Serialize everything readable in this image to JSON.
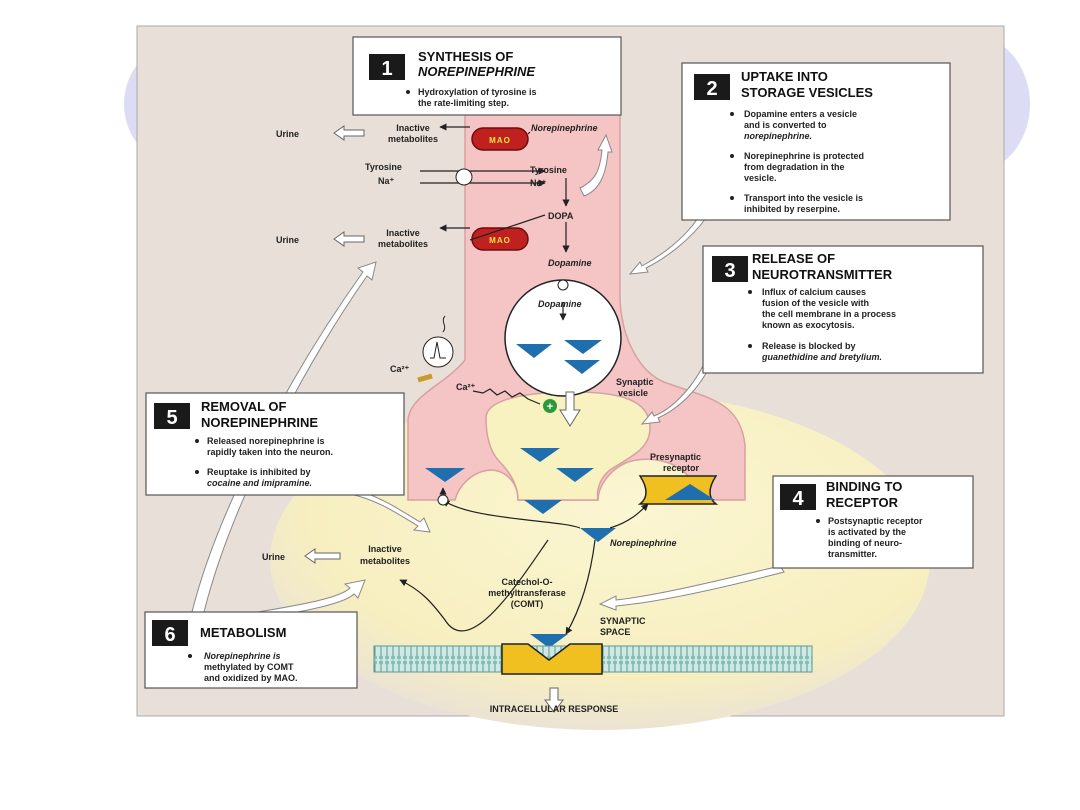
{
  "colors": {
    "panel_bg": "#e8e0d8",
    "neuron": "#f5c4c4",
    "neuron_stroke": "#d8a0a0",
    "synaptic_glow": "#f8f2c0",
    "receptor": "#f0c020",
    "neurotransmitter": "#1f6fae",
    "box_num_bg": "#1a1a1a",
    "mao_fill": "#c02020",
    "membrane": "#9cd0c8",
    "plus_green": "#2c9a3c"
  },
  "labels": {
    "urine_top": "Urine",
    "inactive_top": "Inactive",
    "metabolites_top": "metabolites",
    "norepinephrine_top": "Norepinephrine",
    "mao_1": "MAO",
    "tyrosine_left": "Tyrosine",
    "na_left": "Na⁺",
    "tyrosine_right": "Tyrosine",
    "na_right": "Na⁺",
    "dopa": "DOPA",
    "urine_mid": "Urine",
    "inactive_mid": "Inactive",
    "metabolites_mid": "metabolites",
    "mao_2": "MAO",
    "dopamine_axon": "Dopamine",
    "dopamine_vesicle": "Dopamine",
    "ca_channel": "Ca²⁺",
    "ca_inside": "Ca²⁺",
    "synaptic_vesicle_1": "Synaptic",
    "synaptic_vesicle_2": "vesicle",
    "presynaptic_1": "Presynaptic",
    "presynaptic_2": "receptor",
    "urine_bottom": "Urine",
    "inactive_bottom": "Inactive",
    "metabolites_bottom": "metabolites",
    "norepinephrine_cleft": "Norepinephrine",
    "comt_1": "Catechol-O-",
    "comt_2": "methyltransferase",
    "comt_3": "(COMT)",
    "synaptic_space_1": "SYNAPTIC",
    "synaptic_space_2": "SPACE",
    "intracellular": "INTRACELLULAR RESPONSE"
  },
  "boxes": [
    {
      "number": "1",
      "title_line1": "SYNTHESIS OF",
      "title_line2": "NOREPINEPHRINE",
      "bullets": [
        [
          "Hydroxylation of tyrosine is",
          "the rate-limiting step."
        ]
      ]
    },
    {
      "number": "2",
      "title_line1": "UPTAKE INTO",
      "title_line2": "STORAGE VESICLES",
      "bullets": [
        [
          "Dopamine enters a vesicle",
          "and is converted to",
          "norepinephrine."
        ],
        [
          "Norepinephrine is protected",
          "from degradation in the",
          "vesicle."
        ],
        [
          "Transport into the vesicle is",
          "inhibited by reserpine."
        ]
      ]
    },
    {
      "number": "3",
      "title_line1": "RELEASE OF",
      "title_line2": "NEUROTRANSMITTER",
      "bullets": [
        [
          "Influx of calcium causes",
          "fusion of the vesicle with",
          "the cell membrane in a process",
          "known as exocytosis."
        ],
        [
          "Release is blocked by",
          "guanethidine and bretylium."
        ]
      ]
    },
    {
      "number": "4",
      "title_line1": "BINDING TO",
      "title_line2": "RECEPTOR",
      "bullets": [
        [
          "Postsynaptic receptor",
          "is activated by the",
          "binding of neuro-",
          "transmitter."
        ]
      ]
    },
    {
      "number": "5",
      "title_line1": "REMOVAL OF",
      "title_line2": "NOREPINEPHRINE",
      "bullets": [
        [
          "Released norepinephrine is",
          "rapidly taken into the neuron."
        ],
        [
          "Reuptake is inhibited by",
          "cocaine and imipramine."
        ]
      ]
    },
    {
      "number": "6",
      "title_line1": "METABOLISM",
      "title_line2": "",
      "bullets": [
        [
          "Norepinephrine is",
          "methylated by COMT",
          "and oxidized by MAO."
        ]
      ]
    }
  ]
}
